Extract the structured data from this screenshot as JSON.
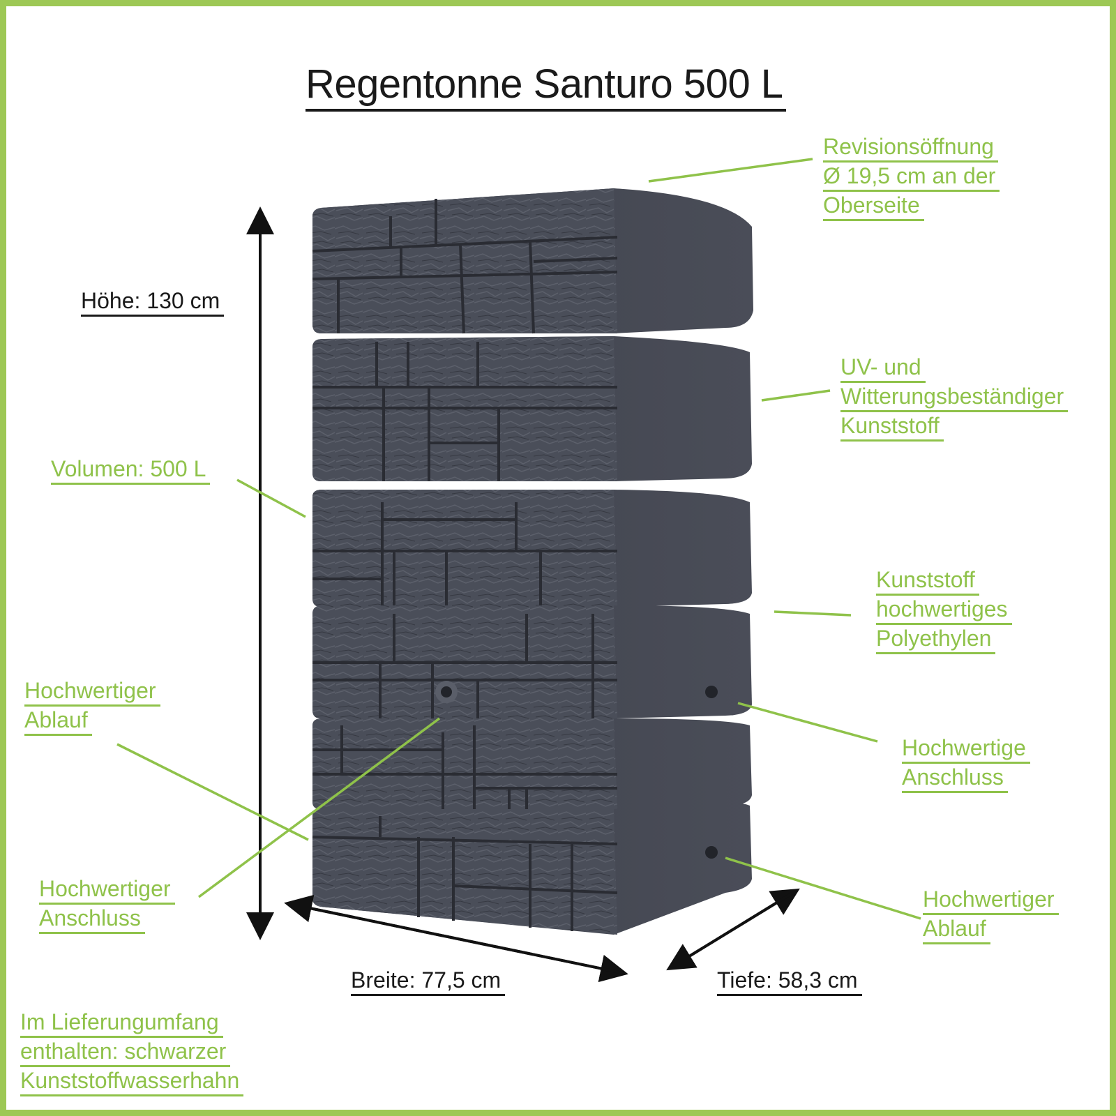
{
  "title": "Regentonne Santuro 500 L",
  "colors": {
    "frame": "#9dc855",
    "label_green": "#8fc24a",
    "label_dark": "#1a1a1a",
    "tank_body": "#3a3d47"
  },
  "dimensions": {
    "height": "Höhe: 130 cm",
    "width": "Breite: 77,5 cm",
    "depth": "Tiefe: 58,3 cm"
  },
  "callouts": {
    "revision": [
      "Revisionsöffnung",
      "Ø 19,5 cm an der",
      "Oberseite"
    ],
    "uv": [
      "UV- und",
      "Witterungsbeständiger",
      "Kunststoff"
    ],
    "volume": [
      "Volumen: 500 L"
    ],
    "material": [
      "Kunststoff",
      "hochwertiges",
      "Polyethylen"
    ],
    "outlet_left": [
      "Hochwertiger",
      "Ablauf"
    ],
    "connection_right": [
      "Hochwertige",
      "Anschluss"
    ],
    "connection_left": [
      "Hochwertiger",
      "Anschluss"
    ],
    "outlet_right": [
      "Hochwertiger",
      "Ablauf"
    ],
    "delivery": [
      "Im Lieferungumfang",
      "enthalten: schwarzer",
      "Kunststoffwasserhahn"
    ]
  },
  "product_image": "rain-barrel-stone-look-anthracite"
}
